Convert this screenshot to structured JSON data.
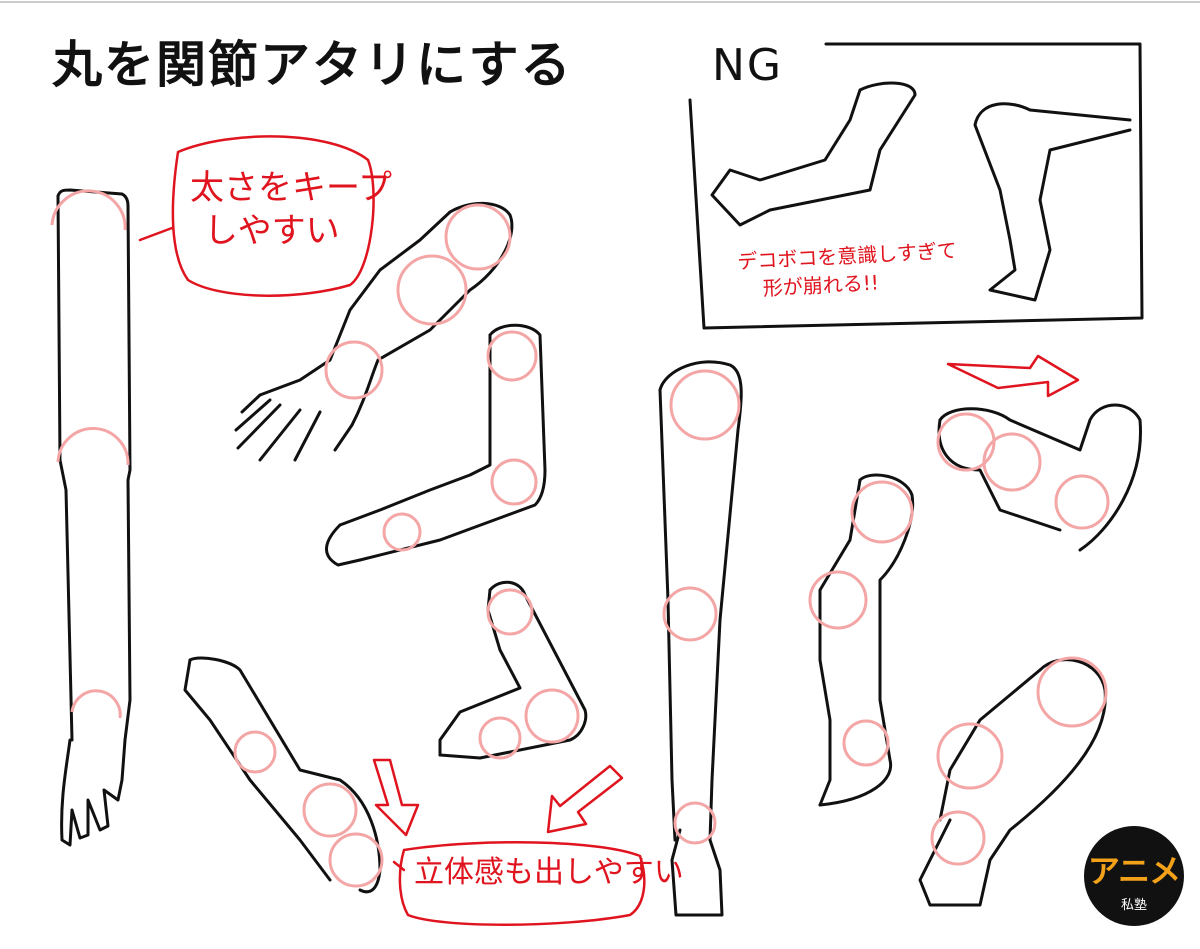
{
  "title": "丸を関節アタリにする",
  "ng_panel": {
    "label": "NG",
    "note_line1": "デコボコを意識しすぎて",
    "note_line2": "形が崩れる!!"
  },
  "notes": {
    "keep_thickness_line1": "太さをキープ",
    "keep_thickness_line2": "しやすい",
    "three_d": "立体感も出しやすい"
  },
  "logo": {
    "main": "アニメ",
    "sub": "私塾"
  },
  "colors": {
    "ink": "#111111",
    "accent_red": "#e0141e",
    "joint_circle_pink": "#f4a6a6",
    "logo_bg": "#111111",
    "logo_text": "#f4a11a"
  }
}
